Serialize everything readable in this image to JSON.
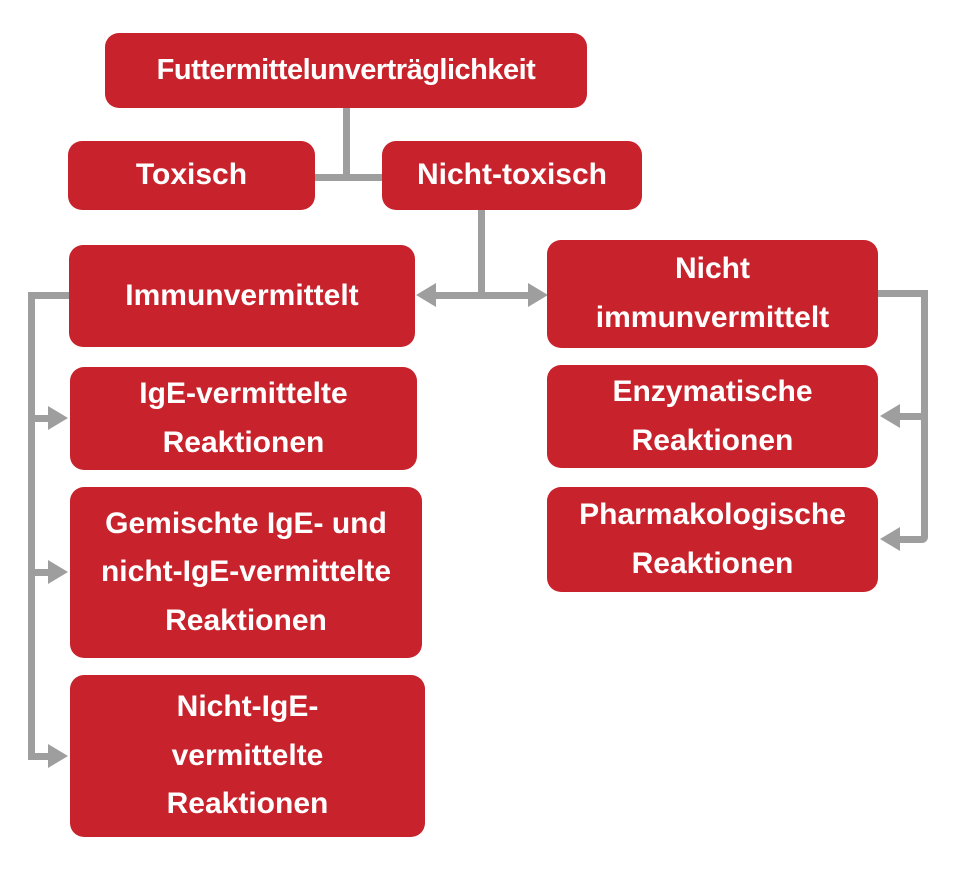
{
  "colors": {
    "node-red": "#C8232C",
    "connector": "#9E9E9E",
    "text-white": "#FFFFFF"
  },
  "diagram": {
    "type": "flowchart",
    "language": "de",
    "nodes": {
      "root": {
        "label": "Futtermittelunverträglichkeit"
      },
      "toxisch": {
        "label": "Toxisch"
      },
      "nicht_toxisch": {
        "label": "Nicht-toxisch"
      },
      "immunvermittelt": {
        "label": "Immunvermittelt"
      },
      "nicht_immunvermittelt": {
        "label": "Nicht\nimmunvermittelt"
      },
      "ige_vermittelt": {
        "label": "IgE-vermittelte\nReaktionen"
      },
      "enzymatisch": {
        "label": "Enzymatische\nReaktionen"
      },
      "gemischt": {
        "label": "Gemischte IgE- und\nnicht-IgE-vermittelte\nReaktionen"
      },
      "pharmakologisch": {
        "label": "Pharmakologische\nReaktionen"
      },
      "nicht_ige_vermittelt": {
        "label": "Nicht-IgE-\nvermittelte\nReaktionen"
      }
    }
  }
}
